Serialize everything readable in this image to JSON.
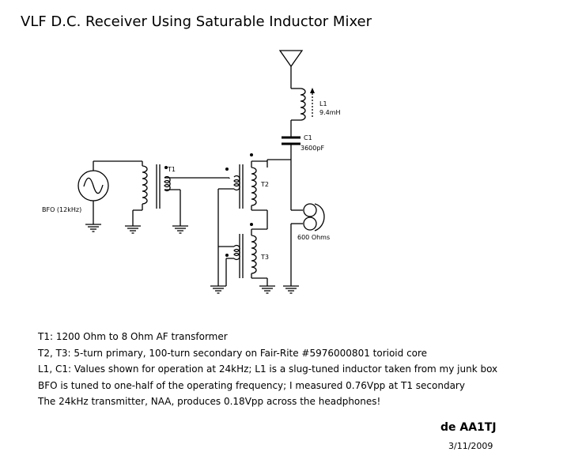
{
  "title": "VLF D.C. Receiver Using Saturable Inductor Mixer",
  "components": {
    "l1_ref": "L1",
    "l1_value": "9.4mH",
    "c1_ref": "C1",
    "c1_value": "3600pF",
    "t1_ref": "T1",
    "t2_ref": "T2",
    "t3_ref": "T3",
    "bfo_label": "BFO (12kHz)",
    "headphones_label": "600 Ohms"
  },
  "notes": [
    "T1: 1200 Ohm to 8 Ohm AF transformer",
    "T2, T3: 5-turn primary, 100-turn secondary on Fair-Rite  #5976000801 torioid core",
    "L1, C1: Values shown for operation at 24kHz; L1 is a slug-tuned inductor taken from my junk box",
    "BFO is tuned to one-half of the operating frequency; I measured 0.76Vpp at T1 secondary",
    "The 24kHz transmitter, NAA, produces 0.18Vpp across the headphones!"
  ],
  "signature": "de AA1TJ",
  "date": "3/11/2009"
}
